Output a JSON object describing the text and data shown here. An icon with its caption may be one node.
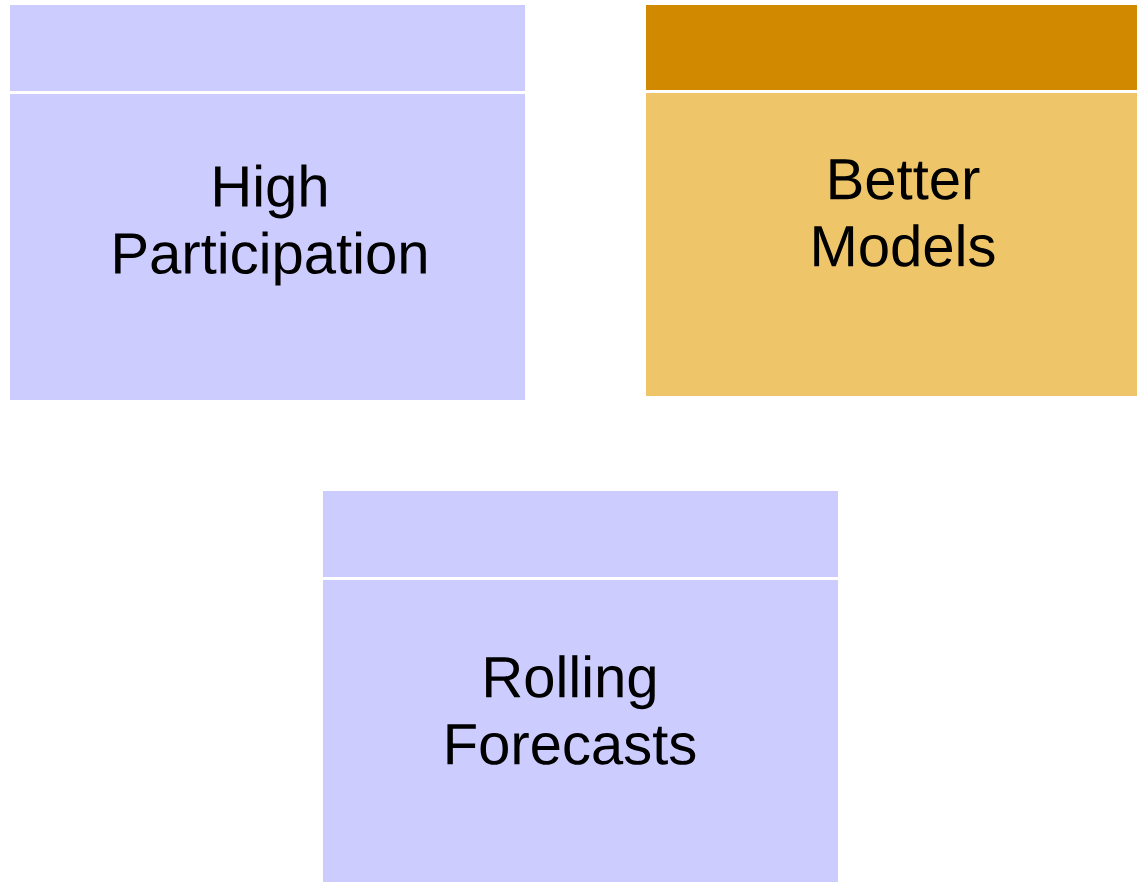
{
  "diagram": {
    "nodes": [
      {
        "text": [
          "High Participation"
        ]
      },
      {
        "text": [
          "Better Models"
        ]
      },
      {
        "text": [
          "Rolling Forecasts"
        ]
      }
    ]
  }
}
